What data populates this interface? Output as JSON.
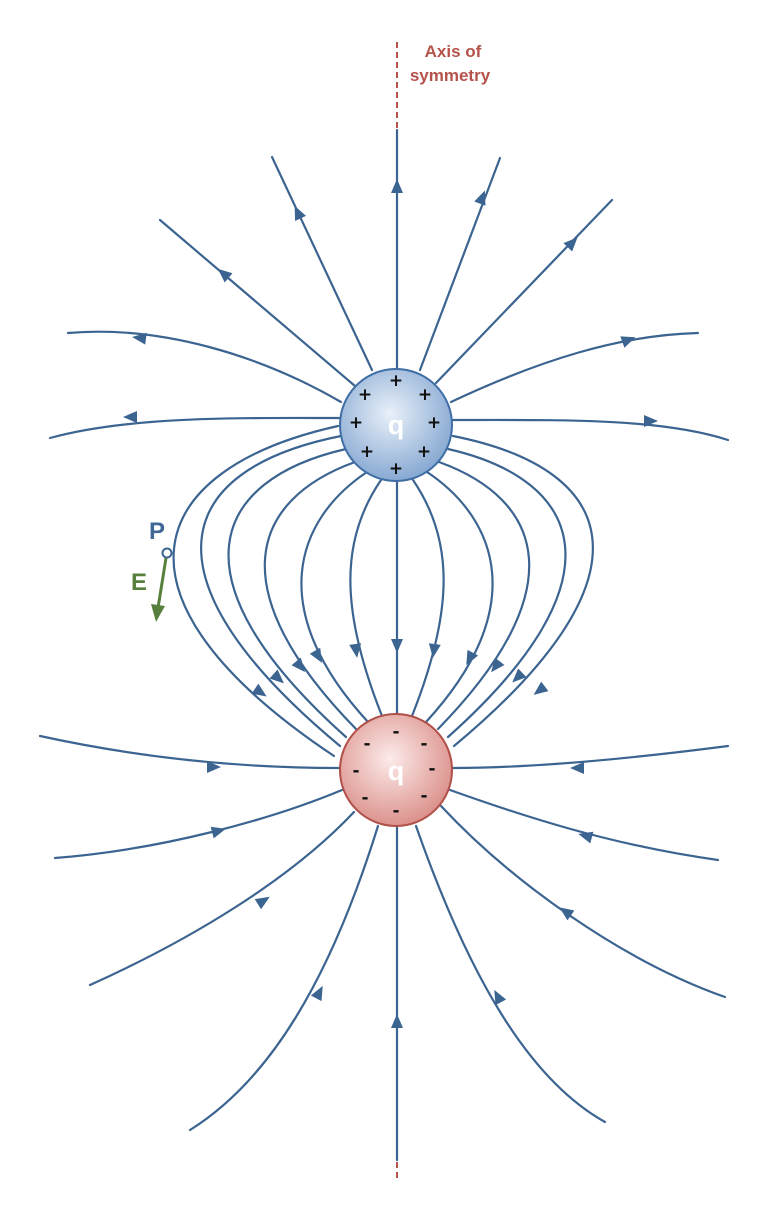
{
  "axis": {
    "label_line1": "Axis of",
    "label_line2": "symmetry"
  },
  "charges": {
    "positive": {
      "label": "q",
      "sign": "+"
    },
    "negative": {
      "label": "q",
      "sign": "-"
    }
  },
  "point": {
    "label": "P"
  },
  "field_vector": {
    "label": "E"
  },
  "colors": {
    "field_line": "#3c6491",
    "axis": "#b5524b",
    "positive_fill": "#a8c1e0",
    "negative_fill": "#e7a9a5",
    "vector": "#58803d",
    "point_label": "#3f6897",
    "positive_stroke": "#3f6ea5",
    "negative_stroke": "#b05048"
  },
  "icons": {
    "point": "point-marker-icon",
    "arrow": "field-arrow-icon"
  }
}
